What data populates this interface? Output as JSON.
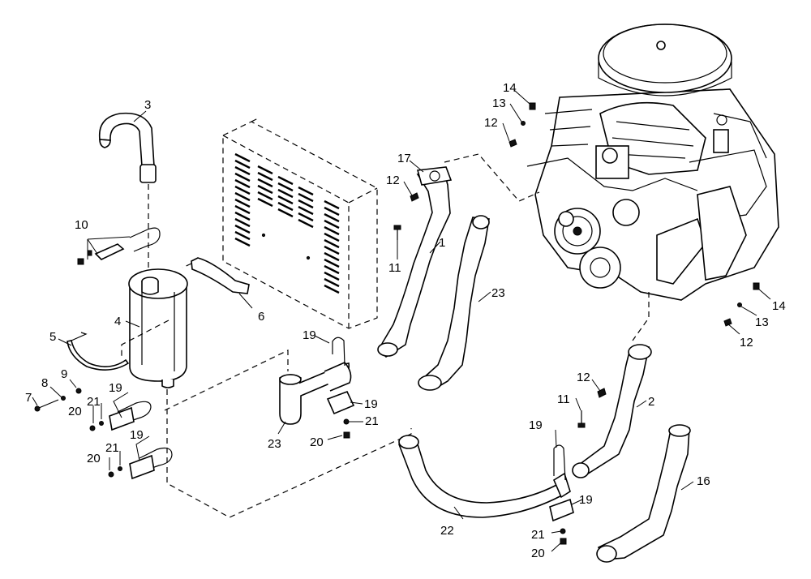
{
  "callouts": [
    {
      "id": "c1",
      "text": "1"
    },
    {
      "id": "c2",
      "text": "2"
    },
    {
      "id": "c3",
      "text": "3"
    },
    {
      "id": "c4",
      "text": "4"
    },
    {
      "id": "c5",
      "text": "5"
    },
    {
      "id": "c6",
      "text": "6"
    },
    {
      "id": "c7",
      "text": "7"
    },
    {
      "id": "c8",
      "text": "8"
    },
    {
      "id": "c9",
      "text": "9"
    },
    {
      "id": "c10",
      "text": "10"
    },
    {
      "id": "c11a",
      "text": "11"
    },
    {
      "id": "c11b",
      "text": "11"
    },
    {
      "id": "c12a",
      "text": "12"
    },
    {
      "id": "c12b",
      "text": "12"
    },
    {
      "id": "c12c",
      "text": "12"
    },
    {
      "id": "c12d",
      "text": "12"
    },
    {
      "id": "c13a",
      "text": "13"
    },
    {
      "id": "c13b",
      "text": "13"
    },
    {
      "id": "c14a",
      "text": "14"
    },
    {
      "id": "c14b",
      "text": "14"
    },
    {
      "id": "c16",
      "text": "16"
    },
    {
      "id": "c17",
      "text": "17"
    },
    {
      "id": "c19a",
      "text": "19"
    },
    {
      "id": "c19b",
      "text": "19"
    },
    {
      "id": "c19c",
      "text": "19"
    },
    {
      "id": "c19d",
      "text": "19"
    },
    {
      "id": "c19e",
      "text": "19"
    },
    {
      "id": "c19f",
      "text": "19"
    },
    {
      "id": "c20a",
      "text": "20"
    },
    {
      "id": "c20b",
      "text": "20"
    },
    {
      "id": "c20c",
      "text": "20"
    },
    {
      "id": "c20d",
      "text": "20"
    },
    {
      "id": "c21a",
      "text": "21"
    },
    {
      "id": "c21b",
      "text": "21"
    },
    {
      "id": "c21c",
      "text": "21"
    },
    {
      "id": "c21d",
      "text": "21"
    },
    {
      "id": "c22",
      "text": "22"
    },
    {
      "id": "c23a",
      "text": "23"
    },
    {
      "id": "c23b",
      "text": "23"
    }
  ]
}
